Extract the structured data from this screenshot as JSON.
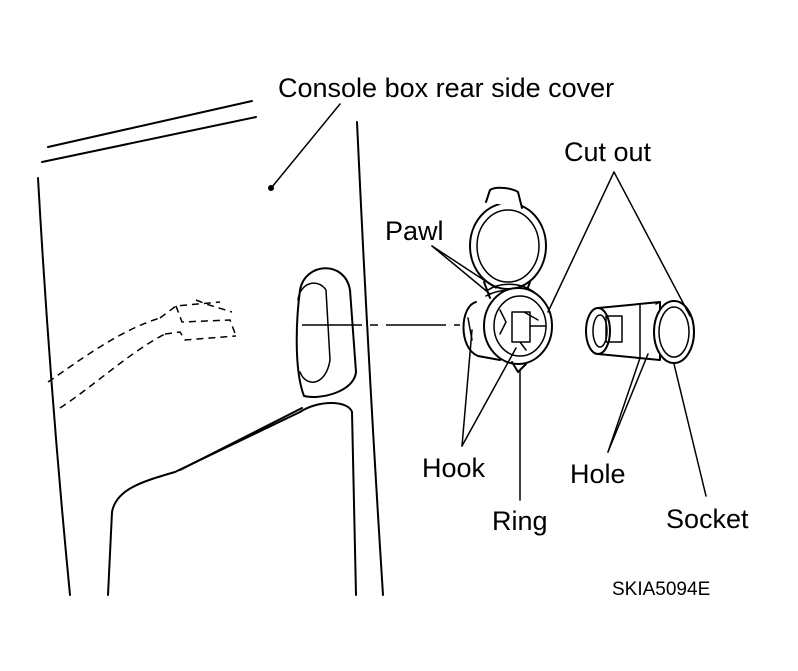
{
  "labels": {
    "console_cover": "Console box rear side cover",
    "cut_out": "Cut out",
    "pawl": "Pawl",
    "hook": "Hook",
    "ring": "Ring",
    "hole": "Hole",
    "socket": "Socket",
    "figure_code": "SKIA5094E"
  }
}
